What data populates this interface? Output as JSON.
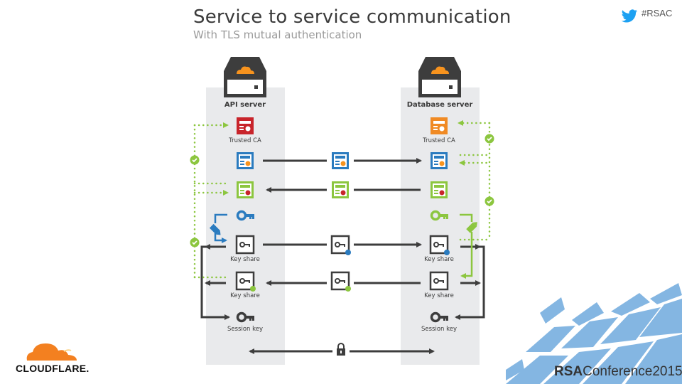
{
  "header": {
    "title": "Service to service communication",
    "subtitle": "With TLS mutual authentication"
  },
  "social": {
    "icon": "twitter-bird-icon",
    "hashtag": "#RSAC"
  },
  "colors": {
    "column_bg": "#e9eaec",
    "server_body": "#3d3d3d",
    "cloud_orange": "#f7931e",
    "api_ca_red": "#c8242b",
    "db_ca_orange": "#f08a24",
    "cert_blue": "#2a7bbf",
    "cert_green": "#8cc63f",
    "arrow_dark": "#3d3d3d",
    "check_green": "#8cc63f",
    "twitter_blue": "#1da1f2",
    "rsa_pattern_blue": "#84b6e2"
  },
  "diagram": {
    "left_server": {
      "name": "API server",
      "items": [
        {
          "type": "certificate",
          "label": "Trusted CA",
          "color": "red"
        },
        {
          "type": "certificate",
          "label": "",
          "color": "blue",
          "seal": "orange"
        },
        {
          "type": "certificate",
          "label": "",
          "color": "green",
          "seal": "red"
        },
        {
          "type": "key",
          "label": "",
          "color": "blue"
        },
        {
          "type": "key-box",
          "label": "Key share",
          "badge": ""
        },
        {
          "type": "key-box",
          "label": "Key share",
          "badge": "green"
        },
        {
          "type": "key",
          "label": "Session key",
          "color": "dark"
        }
      ]
    },
    "right_server": {
      "name": "Database server",
      "items": [
        {
          "type": "certificate",
          "label": "Trusted CA",
          "color": "orange"
        },
        {
          "type": "certificate",
          "label": "",
          "color": "blue",
          "seal": "orange"
        },
        {
          "type": "certificate",
          "label": "",
          "color": "green",
          "seal": "red"
        },
        {
          "type": "key",
          "label": "",
          "color": "green"
        },
        {
          "type": "key-box",
          "label": "Key share",
          "badge": "blue"
        },
        {
          "type": "key-box",
          "label": "Key share",
          "badge": ""
        },
        {
          "type": "key",
          "label": "Session key",
          "color": "dark"
        }
      ]
    },
    "exchanges": [
      {
        "direction": "left-to-right",
        "payload": "blue certificate"
      },
      {
        "direction": "right-to-left",
        "payload": "green certificate"
      },
      {
        "direction": "left-to-right",
        "payload": "key share (blue signed)"
      },
      {
        "direction": "right-to-left",
        "payload": "key share (green signed)"
      },
      {
        "direction": "bidirectional",
        "payload": "lock (encrypted channel)"
      }
    ]
  },
  "logos": {
    "left": "CLOUDFLARE.",
    "right_brand": "RSA",
    "right_event": "Conference2015"
  }
}
